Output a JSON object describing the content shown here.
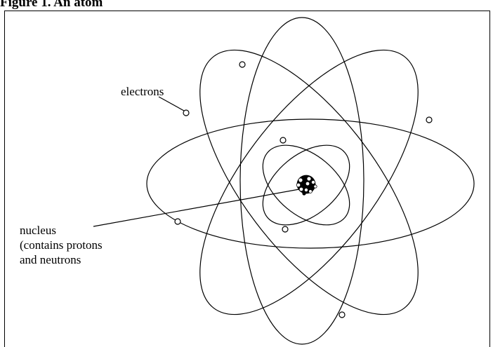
{
  "caption": "Figure 1. An atom",
  "labels": {
    "electrons": "electrons",
    "nucleus_lines": [
      "nucleus",
      "(contains protons",
      "and neutrons"
    ]
  },
  "colors": {
    "line": "#000000",
    "background": "#ffffff"
  }
}
